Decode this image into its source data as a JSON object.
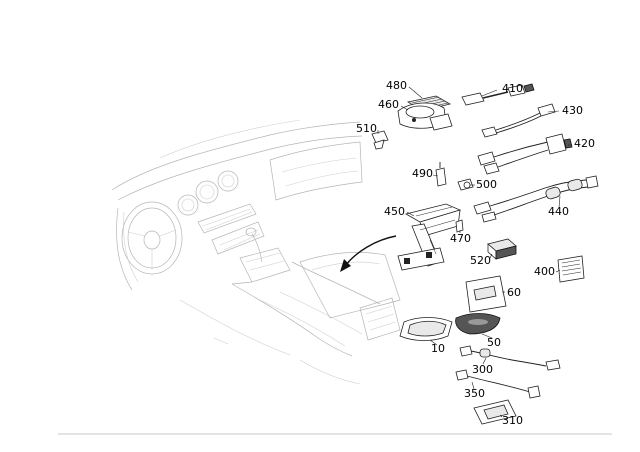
{
  "parts": {
    "p480": "480",
    "p410": "410",
    "p460": "460",
    "p430": "430",
    "p510": "510",
    "p420": "420",
    "p490": "490",
    "p500": "500",
    "p450": "450",
    "p440": "440",
    "p470": "470",
    "p520": "520",
    "p400": "400",
    "p60": "60",
    "p10": "10",
    "p50": "50",
    "p300": "300",
    "p350": "350",
    "p310": "310"
  }
}
